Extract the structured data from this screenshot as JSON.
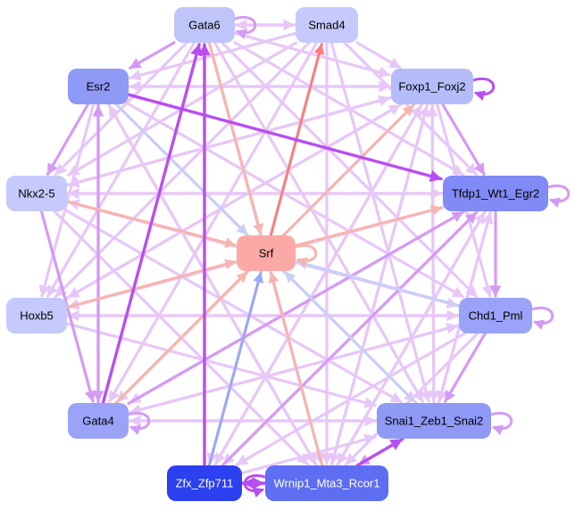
{
  "title": "Gene regulatory network",
  "colors": {
    "background": "#ffffff",
    "edge_light": "#e7c7f7",
    "edge_mid": "#d59af4",
    "edge_strong": "#b84ef0",
    "edge_red": "#fa7e7e",
    "edge_salmon": "#f8b4ae",
    "edge_blue": "#9aa8f5",
    "edge_lightblue": "#c8cff8"
  },
  "nodes": [
    {
      "id": "gata6",
      "label": "Gata6",
      "fill": "#bfc4fb",
      "text": "#000000"
    },
    {
      "id": "smad4",
      "label": "Smad4",
      "fill": "#c5c9fb",
      "text": "#000000"
    },
    {
      "id": "esr2",
      "label": "Esr2",
      "fill": "#8f99f6",
      "text": "#000000"
    },
    {
      "id": "foxp1",
      "label": "Foxp1_Foxj2",
      "fill": "#b5bcfa",
      "text": "#000000"
    },
    {
      "id": "nkx25",
      "label": "Nkx2-5",
      "fill": "#c5c9fb",
      "text": "#000000"
    },
    {
      "id": "tfdp1",
      "label": "Tfdp1_Wt1_Egr2",
      "fill": "#818bf5",
      "text": "#000000"
    },
    {
      "id": "srf",
      "label": "Srf",
      "fill": "#fba9a6",
      "text": "#000000"
    },
    {
      "id": "hoxb5",
      "label": "Hoxb5",
      "fill": "#c5c9fb",
      "text": "#000000"
    },
    {
      "id": "chd1",
      "label": "Chd1_Pml",
      "fill": "#9aa3f7",
      "text": "#000000"
    },
    {
      "id": "gata4",
      "label": "Gata4",
      "fill": "#9aa3f7",
      "text": "#000000"
    },
    {
      "id": "snai1",
      "label": "Snai1_Zeb1_Snai2",
      "fill": "#8f99f6",
      "text": "#000000"
    },
    {
      "id": "zfx",
      "label": "Zfx_Zfp711",
      "fill": "#2c40f0",
      "text": "#ffffff"
    },
    {
      "id": "wrnip1",
      "label": "Wrnip1_Mta3_Rcor1",
      "fill": "#5e6ef3",
      "text": "#ffffff"
    }
  ],
  "edges": [
    {
      "from": "gata6",
      "to": "smad4",
      "color": "light"
    },
    {
      "from": "smad4",
      "to": "gata6",
      "color": "light"
    },
    {
      "from": "gata6",
      "to": "esr2",
      "color": "mid"
    },
    {
      "from": "gata6",
      "to": "foxp1",
      "color": "light"
    },
    {
      "from": "gata6",
      "to": "nkx25",
      "color": "light"
    },
    {
      "from": "gata6",
      "to": "tfdp1",
      "color": "light"
    },
    {
      "from": "gata6",
      "to": "chd1",
      "color": "light"
    },
    {
      "from": "gata6",
      "to": "snai1",
      "color": "light"
    },
    {
      "from": "gata6",
      "to": "wrnip1",
      "color": "light"
    },
    {
      "from": "gata6",
      "to": "hoxb5",
      "color": "light"
    },
    {
      "from": "gata6",
      "to": "srf",
      "color": "salmon"
    },
    {
      "from": "gata4",
      "to": "gata6",
      "color": "strong"
    },
    {
      "from": "zfx",
      "to": "gata6",
      "color": "strong"
    },
    {
      "from": "smad4",
      "to": "foxp1",
      "color": "light"
    },
    {
      "from": "smad4",
      "to": "esr2",
      "color": "light"
    },
    {
      "from": "smad4",
      "to": "nkx25",
      "color": "light"
    },
    {
      "from": "smad4",
      "to": "hoxb5",
      "color": "light"
    },
    {
      "from": "smad4",
      "to": "gata4",
      "color": "light"
    },
    {
      "from": "smad4",
      "to": "snai1",
      "color": "light"
    },
    {
      "from": "smad4",
      "to": "wrnip1",
      "color": "light"
    },
    {
      "from": "smad4",
      "to": "zfx",
      "color": "light"
    },
    {
      "from": "smad4",
      "to": "tfdp1",
      "color": "light"
    },
    {
      "from": "srf",
      "to": "smad4",
      "color": "red"
    },
    {
      "from": "esr2",
      "to": "foxp1",
      "color": "light"
    },
    {
      "from": "esr2",
      "to": "tfdp1",
      "color": "strong"
    },
    {
      "from": "esr2",
      "to": "nkx25",
      "color": "mid"
    },
    {
      "from": "esr2",
      "to": "gata4",
      "color": "mid"
    },
    {
      "from": "esr2",
      "to": "hoxb5",
      "color": "light"
    },
    {
      "from": "esr2",
      "to": "snai1",
      "color": "light"
    },
    {
      "from": "esr2",
      "to": "wrnip1",
      "color": "light"
    },
    {
      "from": "esr2",
      "to": "chd1",
      "color": "light"
    },
    {
      "from": "esr2",
      "to": "srf",
      "color": "lightblue"
    },
    {
      "from": "foxp1",
      "to": "tfdp1",
      "color": "mid"
    },
    {
      "from": "foxp1",
      "to": "nkx25",
      "color": "light"
    },
    {
      "from": "foxp1",
      "to": "hoxb5",
      "color": "light"
    },
    {
      "from": "foxp1",
      "to": "gata4",
      "color": "light"
    },
    {
      "from": "foxp1",
      "to": "snai1",
      "color": "light"
    },
    {
      "from": "foxp1",
      "to": "wrnip1",
      "color": "light"
    },
    {
      "from": "foxp1",
      "to": "zfx",
      "color": "light"
    },
    {
      "from": "foxp1",
      "to": "chd1",
      "color": "light"
    },
    {
      "from": "foxp1",
      "to": "esr2",
      "color": "light"
    },
    {
      "from": "gata4",
      "to": "foxp1",
      "color": "salmon"
    },
    {
      "from": "nkx25",
      "to": "tfdp1",
      "color": "light"
    },
    {
      "from": "nkx25",
      "to": "foxp1",
      "color": "light"
    },
    {
      "from": "nkx25",
      "to": "chd1",
      "color": "light"
    },
    {
      "from": "nkx25",
      "to": "snai1",
      "color": "light"
    },
    {
      "from": "nkx25",
      "to": "wrnip1",
      "color": "light"
    },
    {
      "from": "nkx25",
      "to": "gata4",
      "color": "mid"
    },
    {
      "from": "nkx25",
      "to": "srf",
      "color": "salmon"
    },
    {
      "from": "tfdp1",
      "to": "chd1",
      "color": "mid"
    },
    {
      "from": "tfdp1",
      "to": "snai1",
      "color": "light"
    },
    {
      "from": "tfdp1",
      "to": "wrnip1",
      "color": "light"
    },
    {
      "from": "tfdp1",
      "to": "nkx25",
      "color": "light"
    },
    {
      "from": "tfdp1",
      "to": "hoxb5",
      "color": "light"
    },
    {
      "from": "tfdp1",
      "to": "gata4",
      "color": "light"
    },
    {
      "from": "tfdp1",
      "to": "zfx",
      "color": "light"
    },
    {
      "from": "srf",
      "to": "tfdp1",
      "color": "salmon"
    },
    {
      "from": "hoxb5",
      "to": "chd1",
      "color": "light"
    },
    {
      "from": "hoxb5",
      "to": "foxp1",
      "color": "light"
    },
    {
      "from": "hoxb5",
      "to": "tfdp1",
      "color": "light"
    },
    {
      "from": "hoxb5",
      "to": "snai1",
      "color": "light"
    },
    {
      "from": "hoxb5",
      "to": "srf",
      "color": "salmon"
    },
    {
      "from": "chd1",
      "to": "hoxb5",
      "color": "light"
    },
    {
      "from": "chd1",
      "to": "snai1",
      "color": "mid"
    },
    {
      "from": "chd1",
      "to": "gata4",
      "color": "light"
    },
    {
      "from": "chd1",
      "to": "wrnip1",
      "color": "light"
    },
    {
      "from": "chd1",
      "to": "zfx",
      "color": "light"
    },
    {
      "from": "chd1",
      "to": "nkx25",
      "color": "light"
    },
    {
      "from": "chd1",
      "to": "srf",
      "color": "lightblue"
    },
    {
      "from": "gata4",
      "to": "snai1",
      "color": "light"
    },
    {
      "from": "gata4",
      "to": "tfdp1",
      "color": "mid"
    },
    {
      "from": "gata4",
      "to": "chd1",
      "color": "light"
    },
    {
      "from": "gata4",
      "to": "esr2",
      "color": "mid"
    },
    {
      "from": "gata4",
      "to": "srf",
      "color": "salmon"
    },
    {
      "from": "snai1",
      "to": "gata4",
      "color": "light"
    },
    {
      "from": "snai1",
      "to": "wrnip1",
      "color": "mid"
    },
    {
      "from": "snai1",
      "to": "tfdp1",
      "color": "light"
    },
    {
      "from": "snai1",
      "to": "foxp1",
      "color": "light"
    },
    {
      "from": "snai1",
      "to": "srf",
      "color": "lightblue"
    },
    {
      "from": "zfx",
      "to": "wrnip1",
      "color": "strong"
    },
    {
      "from": "wrnip1",
      "to": "zfx",
      "color": "strong"
    },
    {
      "from": "zfx",
      "to": "srf",
      "color": "blue"
    },
    {
      "from": "zfx",
      "to": "foxp1",
      "color": "light"
    },
    {
      "from": "zfx",
      "to": "tfdp1",
      "color": "mid"
    },
    {
      "from": "zfx",
      "to": "snai1",
      "color": "light"
    },
    {
      "from": "wrnip1",
      "to": "foxp1",
      "color": "light"
    },
    {
      "from": "wrnip1",
      "to": "tfdp1",
      "color": "light"
    },
    {
      "from": "wrnip1",
      "to": "snai1",
      "color": "strong"
    },
    {
      "from": "wrnip1",
      "to": "srf",
      "color": "salmon"
    },
    {
      "from": "wrnip1",
      "to": "esr2",
      "color": "light"
    }
  ],
  "self_loops": [
    "gata6",
    "foxp1",
    "tfdp1",
    "srf",
    "chd1",
    "gata4",
    "snai1",
    "wrnip1"
  ]
}
